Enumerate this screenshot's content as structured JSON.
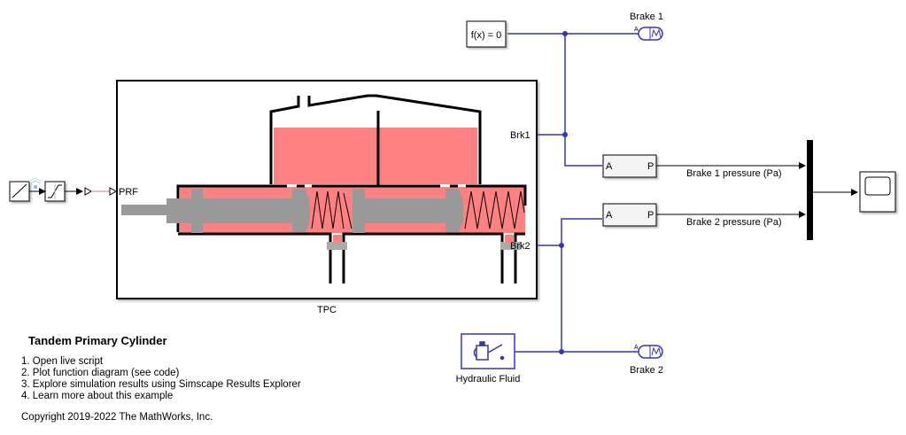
{
  "model": {
    "title": "Tandem Primary Cylinder",
    "links": [
      {
        "label": "1. Open live script"
      },
      {
        "label": "2. Plot function diagram (see code)"
      },
      {
        "label": "3. Explore simulation results using Simscape Results Explorer"
      },
      {
        "label": "4. Learn more about this example"
      }
    ],
    "copyright": "Copyright 2019-2022 The MathWorks, Inc."
  },
  "blocks": {
    "tpc": {
      "name": "TPC",
      "ports": {
        "input": "PRF",
        "out1": "Brk1",
        "out2": "Brk2"
      }
    },
    "solver": {
      "label": "f(x) = 0"
    },
    "brake1": {
      "name": "Brake 1",
      "port": "A"
    },
    "brake2": {
      "name": "Brake 2",
      "port": "A"
    },
    "sensor1": {
      "port_in": "A",
      "port_out": "P"
    },
    "sensor2": {
      "port_in": "A",
      "port_out": "P"
    },
    "fluid": {
      "name": "Hydraulic Fluid"
    }
  },
  "signals": {
    "sig1": "Brake 1 pressure (Pa)",
    "sig2": "Brake 2 pressure (Pa)"
  },
  "colors": {
    "physical_line": "#3333bb",
    "fluid": "#ff8080",
    "piston": "#999999",
    "signal_line": "#000000"
  }
}
